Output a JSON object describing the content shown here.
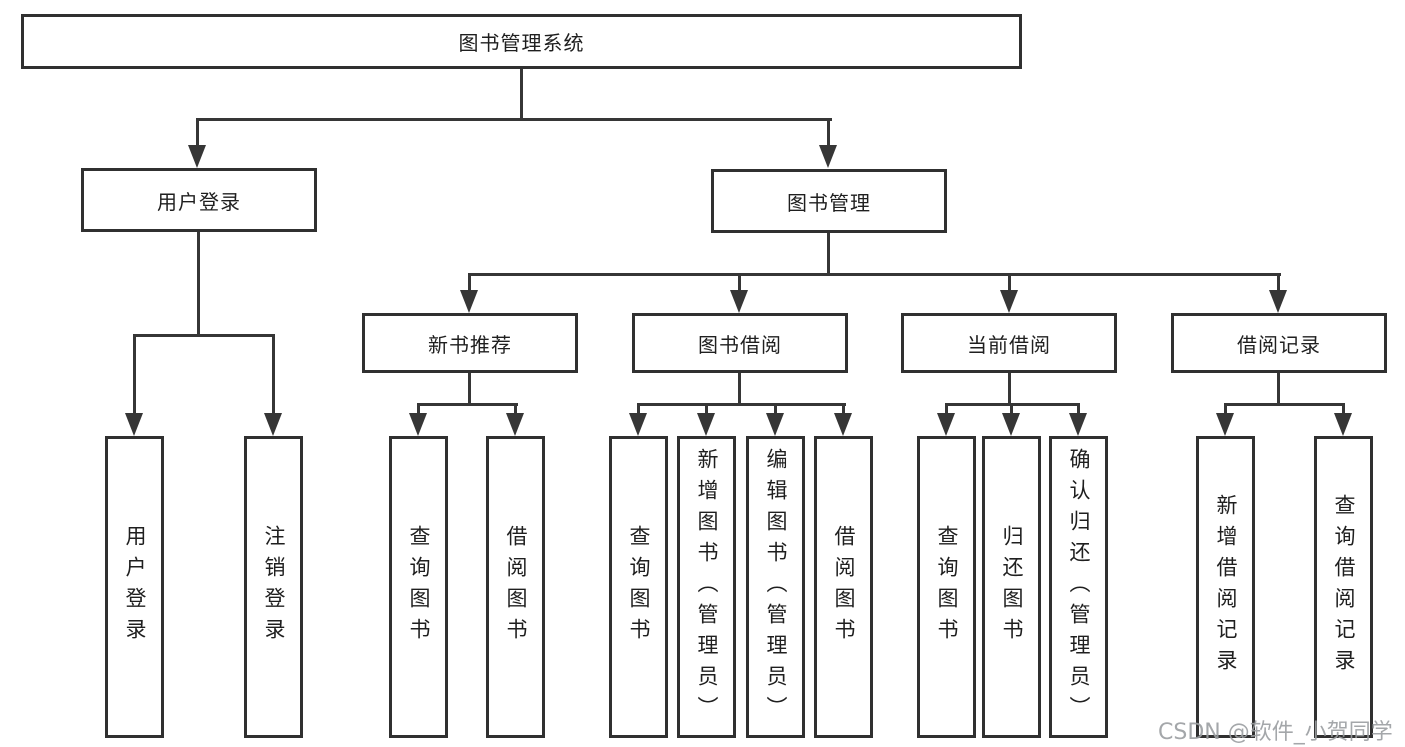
{
  "nodes": {
    "system": {
      "label": "图书管理系统"
    },
    "userLogin": {
      "label": "用户登录"
    },
    "bookManagement": {
      "label": "图书管理"
    },
    "newBookRecommend": {
      "label": "新书推荐"
    },
    "bookBorrowing": {
      "label": "图书借阅"
    },
    "currentBorrowing": {
      "label": "当前借阅"
    },
    "borrowRecords": {
      "label": "借阅记录"
    },
    "leafUserLogin": {
      "label": "用户登录",
      "parent": "用户登录"
    },
    "leafLogout": {
      "label": "注销登录",
      "parent": "用户登录"
    },
    "leafQueryBooksRec": {
      "label": "查询图书",
      "parent": "新书推荐"
    },
    "leafBorrowBooksRec": {
      "label": "借阅图书",
      "parent": "新书推荐"
    },
    "leafQueryBooksBor": {
      "label": "查询图书",
      "parent": "图书借阅"
    },
    "leafAddBooksAdmin": {
      "label": "新增图书（管理员）",
      "parent": "图书借阅"
    },
    "leafEditBooksAdmin": {
      "label": "编辑图书（管理员）",
      "parent": "图书借阅"
    },
    "leafBorrowBooksBor": {
      "label": "借阅图书",
      "parent": "图书借阅"
    },
    "leafQueryBooksCur": {
      "label": "查询图书",
      "parent": "当前借阅"
    },
    "leafReturnBooks": {
      "label": "归还图书",
      "parent": "当前借阅"
    },
    "leafConfirmReturn": {
      "label": "确认归还（管理员）",
      "parent": "当前借阅"
    },
    "leafAddBorrowRec": {
      "label": "新增借阅记录",
      "parent": "借阅记录"
    },
    "leafQueryBorrowRec": {
      "label": "查询借阅记录",
      "parent": "借阅记录"
    }
  },
  "colors": {
    "line": "#363636",
    "border": "#303030",
    "text": "#1f1f1f",
    "watermark": "#9b9ea1"
  },
  "watermark": {
    "text": "CSDN @软件_小贺同学"
  }
}
